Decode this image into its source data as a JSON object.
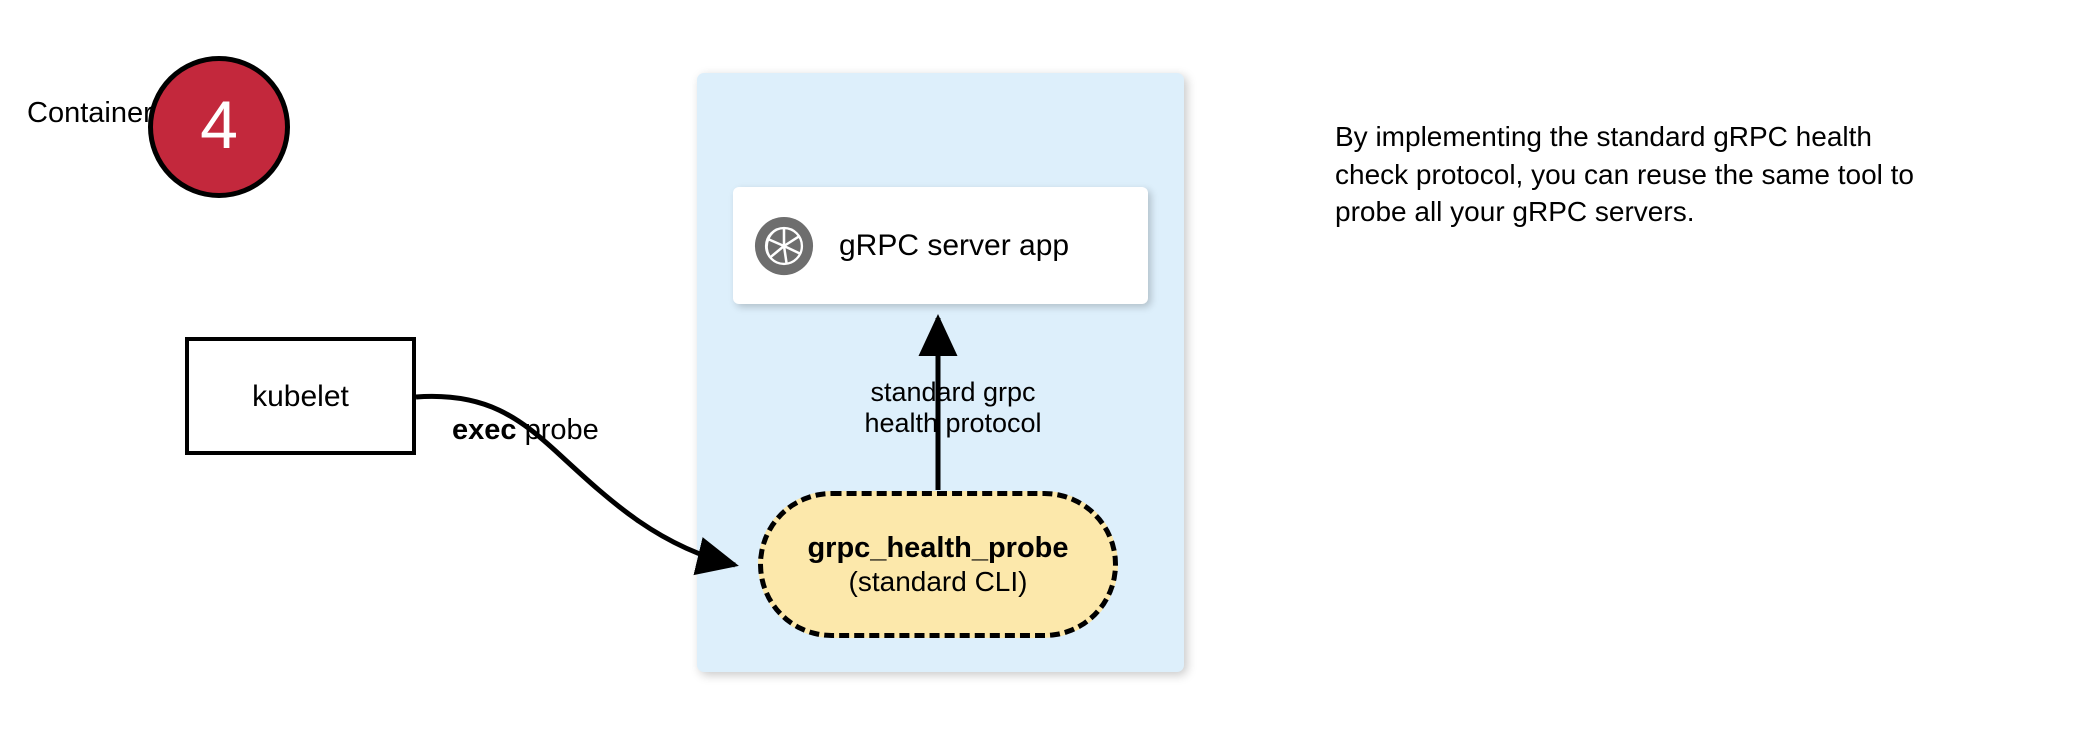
{
  "step": {
    "number": "4",
    "circle_fill": "#c3283c",
    "circle_stroke": "#000000",
    "number_color": "#ffffff"
  },
  "kubelet": {
    "label": "kubelet"
  },
  "container": {
    "title": "Container",
    "fill": "#ddeffb"
  },
  "grpc_server_card": {
    "label": "gRPC server app",
    "icon": "aperture-icon",
    "icon_color": "#6e6e6e",
    "fill": "#ffffff"
  },
  "probe": {
    "title": "grpc_health_probe",
    "subtitle": "(standard CLI)",
    "fill": "#fce8ab",
    "border_style": "dashed",
    "border_color": "#000000"
  },
  "edges": {
    "exec_probe": {
      "label_bold": "exec",
      "label_rest": " probe",
      "from": "kubelet",
      "to": "grpc_health_probe"
    },
    "health_protocol": {
      "line1": "standard grpc",
      "line2": "health protocol",
      "from": "grpc_health_probe",
      "to": "gRPC server app"
    }
  },
  "side_note": {
    "text": "By implementing the standard gRPC health check protocol, you can reuse the same tool to probe all your gRPC servers."
  }
}
